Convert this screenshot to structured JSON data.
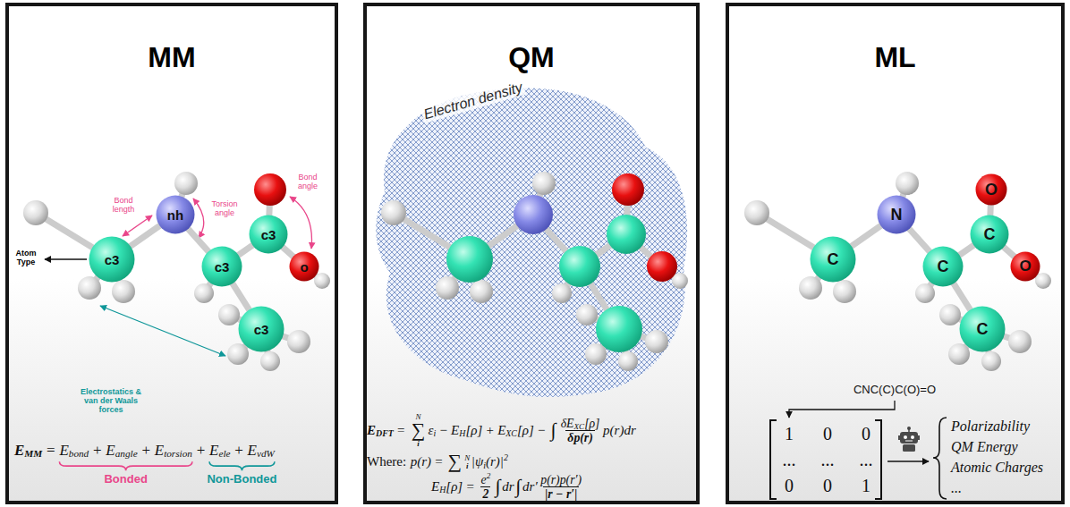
{
  "diagram": {
    "nodes": [
      {
        "text": [
          "MM"
        ]
      },
      {
        "text": [
          "c3"
        ],
        "in": 0
      },
      {
        "text": [
          "nh"
        ],
        "in": 0
      },
      {
        "text": [
          "c3"
        ],
        "in": 0
      },
      {
        "text": [
          "c3"
        ],
        "in": 0
      },
      {
        "text": [
          "o"
        ],
        "in": 0
      },
      {
        "text": [
          "c3"
        ],
        "in": 0
      },
      {
        "text": [
          "QM"
        ]
      },
      {
        "text": [
          "ML"
        ]
      },
      {
        "text": [
          "C"
        ],
        "in": 8
      },
      {
        "text": [
          "N"
        ],
        "in": 8
      },
      {
        "text": [
          "C"
        ],
        "in": 8
      },
      {
        "text": [
          "C"
        ],
        "in": 8
      },
      {
        "text": [
          "O"
        ],
        "in": 8
      },
      {
        "text": [
          "O"
        ],
        "in": 8
      },
      {
        "text": [
          "C"
        ],
        "in": 8
      }
    ],
    "edges": [
      {
        "from": 1,
        "to": 2,
        "arrow": "none"
      },
      {
        "from": 2,
        "to": 3,
        "arrow": "none"
      },
      {
        "from": 3,
        "to": 4,
        "arrow": "none"
      },
      {
        "from": 4,
        "to": 5,
        "arrow": "none"
      },
      {
        "from": 3,
        "to": 6,
        "arrow": "none"
      },
      {
        "from": 9,
        "to": 10,
        "arrow": "none"
      },
      {
        "from": 10,
        "to": 11,
        "arrow": "none"
      },
      {
        "from": 11,
        "to": 12,
        "arrow": "none"
      },
      {
        "from": 12,
        "to": 13,
        "arrow": "none"
      },
      {
        "from": 12,
        "to": 14,
        "arrow": "none"
      },
      {
        "from": 11,
        "to": 15,
        "arrow": "none"
      }
    ],
    "labels": [
      "Bond length",
      "Torsion angle",
      "Bond angle",
      "Atom Type",
      "Electrostatics & van der Waals forces",
      "E",
      "MM",
      "=",
      "E",
      "bond",
      "+",
      "E",
      "angle",
      "+",
      "E",
      "torsion",
      "+",
      "E",
      "ele",
      "+",
      "E",
      "vdW",
      "Bonded",
      "Non-Bonded",
      "Electron density",
      "E",
      "DFT",
      "=",
      "N",
      "∑",
      "i",
      "ε",
      "i",
      "−",
      "E",
      "H",
      "[ρ]",
      "+",
      "E",
      "XC",
      "[ρ]",
      "−",
      "∫",
      "δE",
      "XC",
      "[ρ]",
      "δp(r)",
      "p(r)dr",
      "Where:",
      "p(r)",
      "=",
      "∑",
      "N",
      "i",
      "|ψ",
      "i",
      "(r)|",
      "2",
      "E",
      "H",
      "[ρ]",
      "=",
      "e",
      "2",
      "2",
      "∫",
      "dr",
      "∫",
      "dr′",
      "p(r)p(r′)",
      "|r − r′|",
      "CNC(C)C(O)=O",
      "1",
      "0",
      "0",
      "...",
      "...",
      "...",
      "0",
      "0",
      "1",
      "Polarizability",
      "QM Energy",
      "Atomic Charges",
      "..."
    ]
  }
}
